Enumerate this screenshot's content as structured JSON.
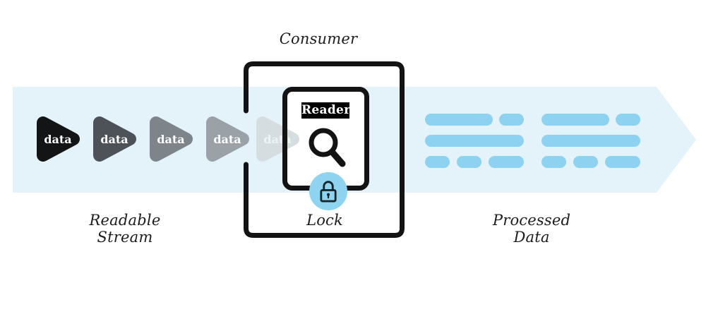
{
  "diagram": {
    "consumer_label": "Consumer",
    "lock_label": "Lock",
    "reader_label": "Reader",
    "readable_stream_label": {
      "line1": "Readable",
      "line2": "Stream"
    },
    "processed_data_label": {
      "line1": "Processed",
      "line2": "Data"
    }
  },
  "stream": {
    "items": [
      {
        "label": "data",
        "color": "#121415",
        "text_color": "#ffffff"
      },
      {
        "label": "data",
        "color": "#4c5257",
        "text_color": "#ffffff"
      },
      {
        "label": "data",
        "color": "#7d858a",
        "text_color": "#ffffff"
      },
      {
        "label": "data",
        "color": "#9aa2a7",
        "text_color": "#fdfefe"
      },
      {
        "label": "data",
        "color": "#d5dde1",
        "text_color": "#eef3f5"
      }
    ]
  },
  "colors": {
    "flow_band": "#e4f2f9",
    "processed_pill_blue": "#8dd2f0",
    "lock_badge_blue": "#8ed3f0",
    "outline_black": "#131313",
    "label_text": "#1c1c1e",
    "reader_tag_bg": "#000000",
    "reader_tag_text": "#ffffff"
  }
}
